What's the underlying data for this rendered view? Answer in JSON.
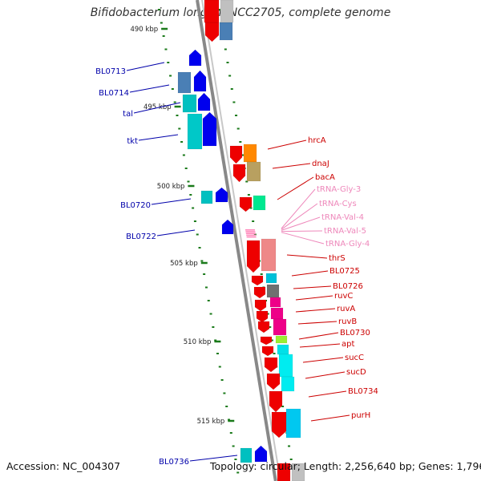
{
  "title": "Bifidobacterium longum NCC2705, complete genome",
  "footer": {
    "accession": "Accession: NC_004307",
    "topology": "Topology: circular; Length: 2,256,640 bp; Genes: 1,796"
  },
  "colors": {
    "backbone": "#888888",
    "tick": "#1a7a1a",
    "left_labels": "#0000aa",
    "right_labels": "#cc0000",
    "trna_labels": "#ee88bb"
  },
  "scale_labels": [
    {
      "text": "490 kbp"
    },
    {
      "text": "495 kbp"
    },
    {
      "text": "500 kbp"
    },
    {
      "text": "505 kbp"
    },
    {
      "text": "510 kbp"
    },
    {
      "text": "515 kbp"
    }
  ],
  "left_genes": [
    {
      "label": "BL0713"
    },
    {
      "label": "BL0714"
    },
    {
      "label": "tal"
    },
    {
      "label": "tkt"
    },
    {
      "label": "BL0720"
    },
    {
      "label": "BL0722"
    },
    {
      "label": "BL0736"
    }
  ],
  "right_genes": [
    {
      "label": "hrcA"
    },
    {
      "label": "dnaJ"
    },
    {
      "label": "bacA"
    },
    {
      "label": "thrS"
    },
    {
      "label": "BL0725"
    },
    {
      "label": "BL0726"
    },
    {
      "label": "ruvC"
    },
    {
      "label": "ruvA"
    },
    {
      "label": "ruvB"
    },
    {
      "label": "BL0730"
    },
    {
      "label": "apt"
    },
    {
      "label": "sucC"
    },
    {
      "label": "sucD"
    },
    {
      "label": "BL0734"
    },
    {
      "label": "purH"
    }
  ],
  "trna_genes": [
    {
      "label": "tRNA-Gly-3"
    },
    {
      "label": "tRNA-Cys"
    },
    {
      "label": "tRNA-Val-4"
    },
    {
      "label": "tRNA-Val-5"
    },
    {
      "label": "tRNA-Gly-4"
    }
  ]
}
